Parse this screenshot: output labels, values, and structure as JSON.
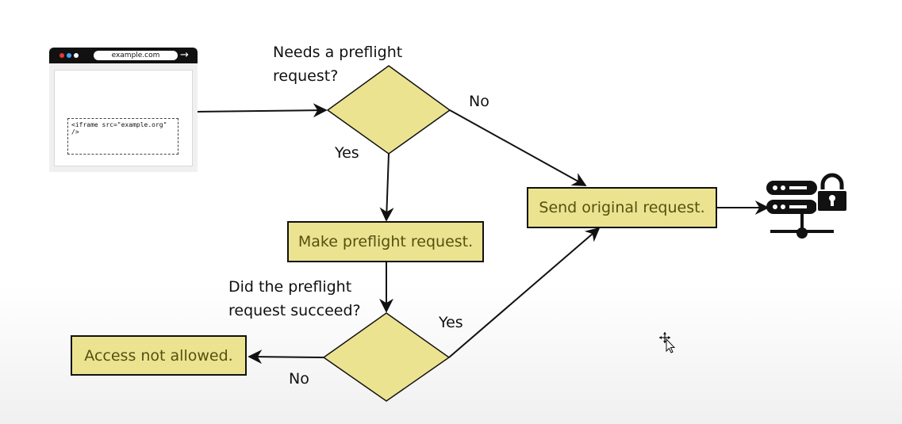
{
  "browser": {
    "url": "example.com",
    "iframe_code": "<iframe src=\"example.org\" />"
  },
  "diagram": {
    "decision1": "Needs a preflight request?",
    "decision1_line1": "Needs a preflight",
    "decision1_line2": "request?",
    "decision1_no": "No",
    "decision1_yes": "Yes",
    "box_preflight": "Make preflight request.",
    "box_send": "Send original request.",
    "decision2_line1": "Did the preflight",
    "decision2_line2": "request succeed?",
    "decision2_yes": "Yes",
    "decision2_no": "No",
    "box_denied": "Access not allowed."
  },
  "colors": {
    "shape_fill": "#ece391",
    "box_text": "#54510f",
    "stroke": "#111111"
  },
  "icons": [
    "server-lock-icon",
    "move-cursor-icon"
  ]
}
